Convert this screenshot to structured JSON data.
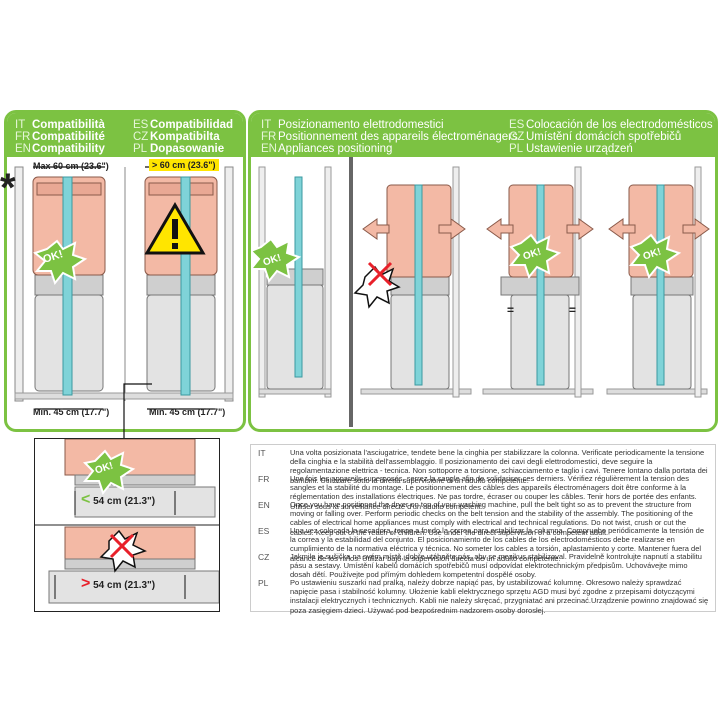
{
  "compat": {
    "left_lines": [
      {
        "code": "IT",
        "label": "Compatibilità"
      },
      {
        "code": "FR",
        "label": "Compatibilité"
      },
      {
        "code": "EN",
        "label": "Compatibility"
      }
    ],
    "right_lines": [
      {
        "code": "ES",
        "label": "Compatibilidad"
      },
      {
        "code": "CZ",
        "label": "Kompatibilta"
      },
      {
        "code": "PL",
        "label": "Dopasowanie"
      }
    ],
    "max_label": "Max 60 cm (23.6\")",
    "over_label": "> 60 cm (23.6\")",
    "min_label_left": "Min. 45 cm (17.7\")",
    "min_label_right": "Min. 45 cm (17.7\")",
    "asterisk": "*"
  },
  "positioning": {
    "left_lines": [
      {
        "code": "IT",
        "label": "Posizionamento elettrodomestici"
      },
      {
        "code": "FR",
        "label": "Positionnement des appareils électroménagers"
      },
      {
        "code": "EN",
        "label": "Appliances positioning"
      }
    ],
    "right_lines": [
      {
        "code": "ES",
        "label": "Colocación de los electrodomésticos"
      },
      {
        "code": "CZ",
        "label": "Umístění domácích spotřebičů"
      },
      {
        "code": "PL",
        "label": "Ustawienie urządzeń"
      }
    ]
  },
  "ok_badge": "OK!",
  "equal_sign": "=",
  "detail": {
    "less_label": "< 54 cm (21.3\")",
    "less_sym": "<",
    "less_val": "54 cm (21.3\")",
    "more_sym": ">",
    "more_val": "54 cm (21.3\")"
  },
  "instructions": [
    {
      "code": "IT",
      "text": "Una volta posizionata l'asciugatrice, tendete bene la cinghia per stabilizzare la colonna. Verificate periodicamente la tensione della cinghia e la stabilità dell'assemblaggio. Il posizionamento dei cavi degli elettrodomestici, deve seguire la regolamentazione elettrica - tecnica. Non sottoporre a torsione, schiacciamento e taglio i cavi. Tenere lontano dalla portata dei bambini. Utilizzare sotto la diretta supervisione di un adulto competente."
    },
    {
      "code": "FR",
      "text": "Une fois les appareils superposés, serrez la sangle afin de solidariser ces derniers. Vérifiez régulièrement la tension des sangles et la stabilité du montage. Le positionnement des câbles des appareils électroménagers doit être conforme à la réglementation des installations électriques. Ne pas tordre, écraser ou couper les câbles. Tenir hors de portée des enfants. Utiliser sous la surveillance directe d'un adulte compétent."
    },
    {
      "code": "EN",
      "text": "Once you have positioned the dryer on top of your washing machine, pull the belt tight so as to prevent the structure from moving or falling over. Perform periodic checks on the belt tension and the stability of the assembly. The positioning of the cables of electrical home appliances must comply with electrical and technical regulations. Do not twist, crush or cut the cables. Keep out of the reach of children. Use under the direct supervision of a competent adult."
    },
    {
      "code": "ES",
      "text": "Una vez colocada la secadora, tense a fondo la correa para estabilizar la columna. Compruebe periódicamente la tensión de la correa y la estabilidad del conjunto. El posicionamiento de los cables de los electrodomésticos debe realizarse en cumplimiento de la normativa eléctrica y técnica. No someter los cables a torsión, aplastamiento y corte. Mantener fuera del alcance de los niños. Utilizar bajo la supervisión directa de un adulto competente."
    },
    {
      "code": "CZ",
      "text": "Jakmile je sušička na svém místě, dobře utáhněte pás, aby se mezikus stabilizoval. Pravidelně kontrolujte napnutí a stabilitu pásu a sestavy. Umístění kabelů domácích spotřebičů musí odpovídat elektrotechnickým předpisům. Uchovávejte mimo dosah dětí. Používejte pod přímým dohledem kompetentní dospělé osoby."
    },
    {
      "code": "PL",
      "text": "Po ustawieniu suszarki nad pralką, należy dobrze napiąć pas, by ustabilizować kolumnę. Okresowo należy sprawdzać napięcie pasa i stabilność kolumny. Ułożenie kabli elektrycznego sprzętu AGD musi być zgodne z przepisami dotyczącymi instalacji elektrycznych i technicznych. Kabli nie należy skręcać, przygniatać ani przecinać.Urządzenie powinno znajdować się poza zasięgiem dzieci. Używać pod bezpośrednim nadzorem osoby dorosłej."
    }
  ],
  "colors": {
    "accent": "#7cc242",
    "dryer": "#f3b9a5",
    "washer": "#e3e3e3",
    "belt": "#7fd3d8",
    "warning": "#ffe500",
    "danger": "#e8202a"
  }
}
